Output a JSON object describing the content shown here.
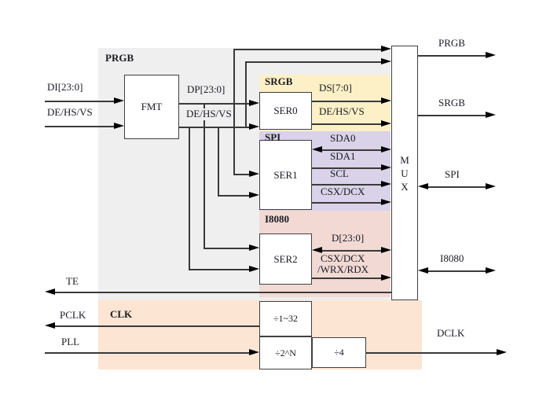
{
  "regions": {
    "prgb": "PRGB",
    "srgb": "SRGB",
    "spi": "SPI",
    "i8080": "I8080",
    "clk": "CLK"
  },
  "blocks": {
    "fmt": "FMT",
    "ser0": "SER0",
    "ser1": "SER1",
    "ser2": "SER2",
    "mux_m": "M",
    "mux_u": "U",
    "mux_x": "X",
    "div_1_32": "÷1~32",
    "div_2n": "÷2^N",
    "div_4": "÷4"
  },
  "signals": {
    "di": "DI[23:0]",
    "de_in": "DE/HS/VS",
    "dp": "DP[23:0]",
    "de_fmt": "DE/HS/VS",
    "ds": "DS[7:0]",
    "de_ser0": "DE/HS/VS",
    "sda0": "SDA0",
    "sda1": "SDA1",
    "scl": "SCL",
    "csx_dcx": "CSX/DCX",
    "d_bus": "D[23:0]",
    "csx_dcx2": "CSX/DCX",
    "wrx_rdx": "/WRX/RDX",
    "prgb_out": "PRGB",
    "srgb_out": "SRGB",
    "spi_out": "SPI",
    "i8080_out": "I8080",
    "te": "TE",
    "pclk": "PCLK",
    "pll": "PLL",
    "dclk": "DCLK"
  },
  "colors": {
    "prgb_bg": "#efefef",
    "srgb_bg": "#fdf0c6",
    "spi_bg": "#d9d2e8",
    "i8080_bg": "#f2d9d4",
    "clk_bg": "#fce5d3",
    "wire": "#3a3a3a",
    "text": "#1a1a24"
  }
}
